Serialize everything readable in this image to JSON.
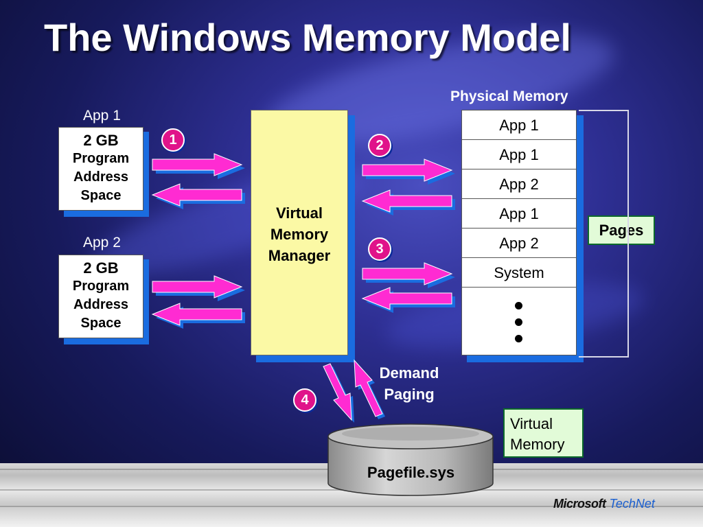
{
  "title": "The Windows Memory Model",
  "apps": [
    {
      "label": "App 1",
      "lines": [
        "2 GB",
        "Program",
        "Address",
        "Space"
      ]
    },
    {
      "label": "App 2",
      "lines": [
        "2 GB",
        "Program",
        "Address",
        "Space"
      ]
    }
  ],
  "vmm": {
    "lines": [
      "Virtual",
      "Memory",
      "Manager"
    ]
  },
  "physical_memory": {
    "heading": "Physical Memory",
    "pages": [
      "App 1",
      "App 1",
      "App 2",
      "App 1",
      "App 2",
      "System"
    ]
  },
  "pages_label": "Pages",
  "steps": [
    "1",
    "2",
    "3",
    "4"
  ],
  "demand_paging": [
    "Demand",
    "Paging"
  ],
  "virtual_memory_box": [
    "Virtual",
    "Memory"
  ],
  "pagefile": "Pagefile.sys",
  "logo": {
    "microsoft": "Microsoft",
    "technet": "TechNet"
  },
  "colors": {
    "arrow": "#ff2bd2",
    "badge": "#e0138a",
    "vmm_box": "#fbf9a5",
    "green_box": "#e2fbd8",
    "box_shadow": "#1a6ce0"
  }
}
